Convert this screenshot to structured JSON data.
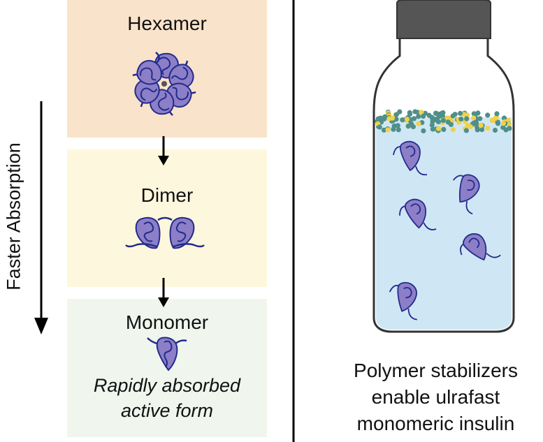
{
  "stages": {
    "hexamer": "Hexamer",
    "dimer": "Dimer",
    "monomer": "Monomer",
    "monomer_note_line1": "Rapidly absorbed",
    "monomer_note_line2": "active form"
  },
  "side_axis_label": "Faster Absorption",
  "caption": {
    "line1": "Polymer stabilizers",
    "line2": "enable ulrafast",
    "line3": "monomeric insulin"
  },
  "colors": {
    "hexamer_panel": "#fae3cb",
    "dimer_panel": "#fdf7dd",
    "monomer_panel": "#f0f6ee",
    "protein_fill": "#8c7fc7",
    "protein_stroke": "#232b8c",
    "vial_liquid": "#cfe7f5",
    "vial_cap": "#555555",
    "polymer_teal": "#4f8f8a",
    "polymer_yellow": "#f0d24a"
  },
  "icons": [
    "insulin-hexamer-icon",
    "insulin-dimer-icon",
    "insulin-monomer-icon",
    "vial-icon",
    "down-arrow-icon"
  ]
}
